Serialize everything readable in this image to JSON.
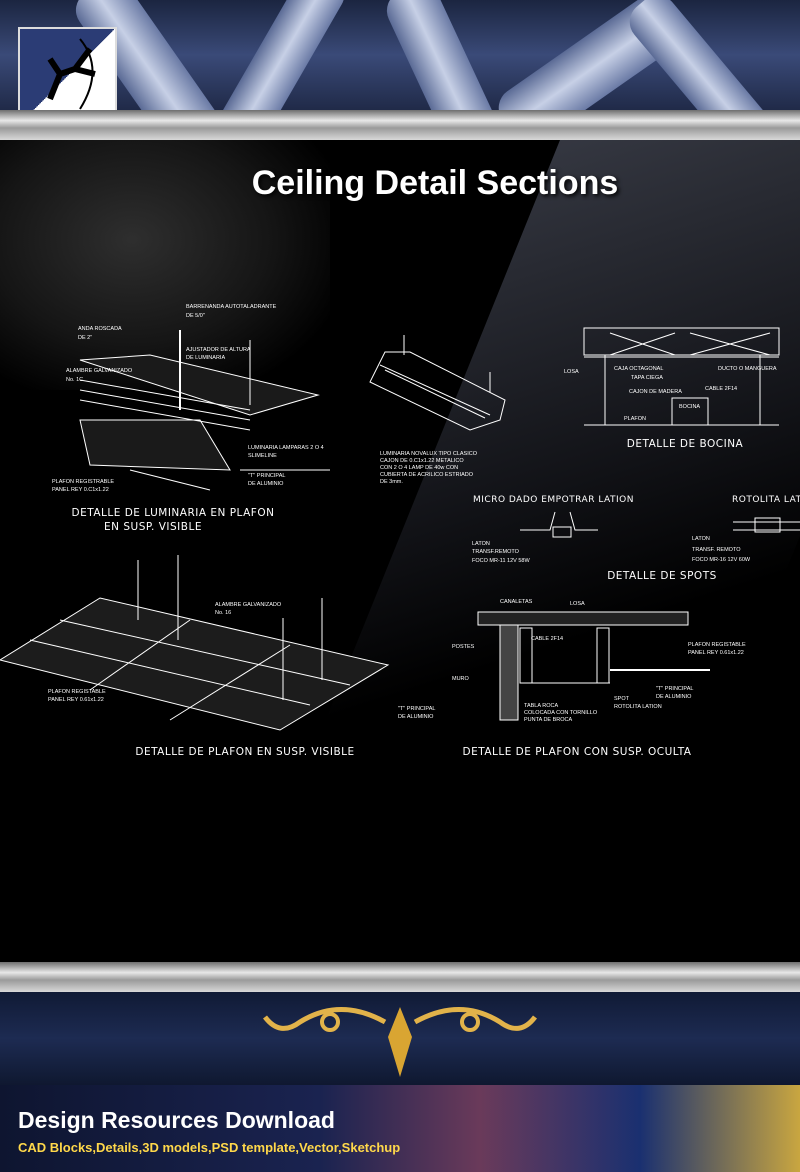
{
  "title": "Ceiling Detail Sections",
  "drawings": {
    "luminaria": {
      "caption1": "DETALLE DE LUMINARIA EN PLAFON",
      "caption2": "EN SUSP. VISIBLE",
      "labels": [
        "BARRENANDA AUTOTALADRANTE",
        "DE 5/0\"",
        "ANDA ROSCADA",
        "DE 2\"",
        "AJUSTADOR DE ALTURA",
        "DE LUMINARIA",
        "ALAMBRE GALVANIZADO",
        "No. 1C",
        "LUMINARIA LAMPARAS 2 O 4",
        "SLIMELINE",
        "PLAFON REGISTRABLE",
        "PANEL REY 0.C1x1.22",
        "\"T\" PRINCIPAL",
        "DE ALUMINIO"
      ]
    },
    "novalux": {
      "labels": [
        "LUMINARIA NOVALUX TIPO CLASICO",
        "CAJON DE 0.C1x1.22 METALICO",
        "CON 2 O 4 LAMP DE 40w CON",
        "CUBIERTA DE ACRILICO ESTRIADO",
        "DE 3mm."
      ]
    },
    "bocina": {
      "caption": "DETALLE DE BOCINA",
      "labels": [
        "LOSA",
        "CAJA OCTAGONAL",
        "TAPA CIEGA",
        "DUCTO O MANGUERA",
        "CAJON DE MADERA",
        "CABLE 2F14",
        "BOCINA",
        "PLAFON"
      ]
    },
    "spots": {
      "caption": "DETALLE DE SPOTS",
      "left_title": "MICRO DADO EMPOTRAR LATION",
      "right_title": "ROTOLITA LATION",
      "left_labels": [
        "LATON",
        "TRANSF.REMOTO",
        "FOCO MR-11 12V 58W"
      ],
      "right_labels": [
        "LATON",
        "TRANSF. REMOTO",
        "FOCO MR-16 12V 60W"
      ]
    },
    "plafon_visible": {
      "caption": "DETALLE DE PLAFON EN SUSP. VISIBLE",
      "labels": [
        "ALAMBRE GALVANIZADO",
        "No. 16",
        "PLAFON REGISTABLE",
        "PANEL REY 0.61x1.22",
        "\"T\" PRINCIPAL",
        "DE ALUMINIO"
      ]
    },
    "plafon_oculta": {
      "caption": "DETALLE DE PLAFON CON SUSP. OCULTA",
      "labels": [
        "CANALETAS",
        "LOSA",
        "CABLE 2F14",
        "POSTES",
        "MURO",
        "PLAFON REGISTABLE",
        "PANEL REY 0.61x1.22",
        "\"T\" PRINCIPAL",
        "DE ALUMINIO",
        "SPOT",
        "ROTOLITA LATION",
        "TABLA ROCA",
        "COLOCADA CON TORNILLO",
        "PUNTA DE BROCA"
      ]
    }
  },
  "footer": {
    "heading": "Design Resources Download",
    "subheading": "CAD Blocks,Details,3D models,PSD template,Vector,Sketchup"
  },
  "colors": {
    "accent": "#ffd84a",
    "background": "#000000"
  }
}
